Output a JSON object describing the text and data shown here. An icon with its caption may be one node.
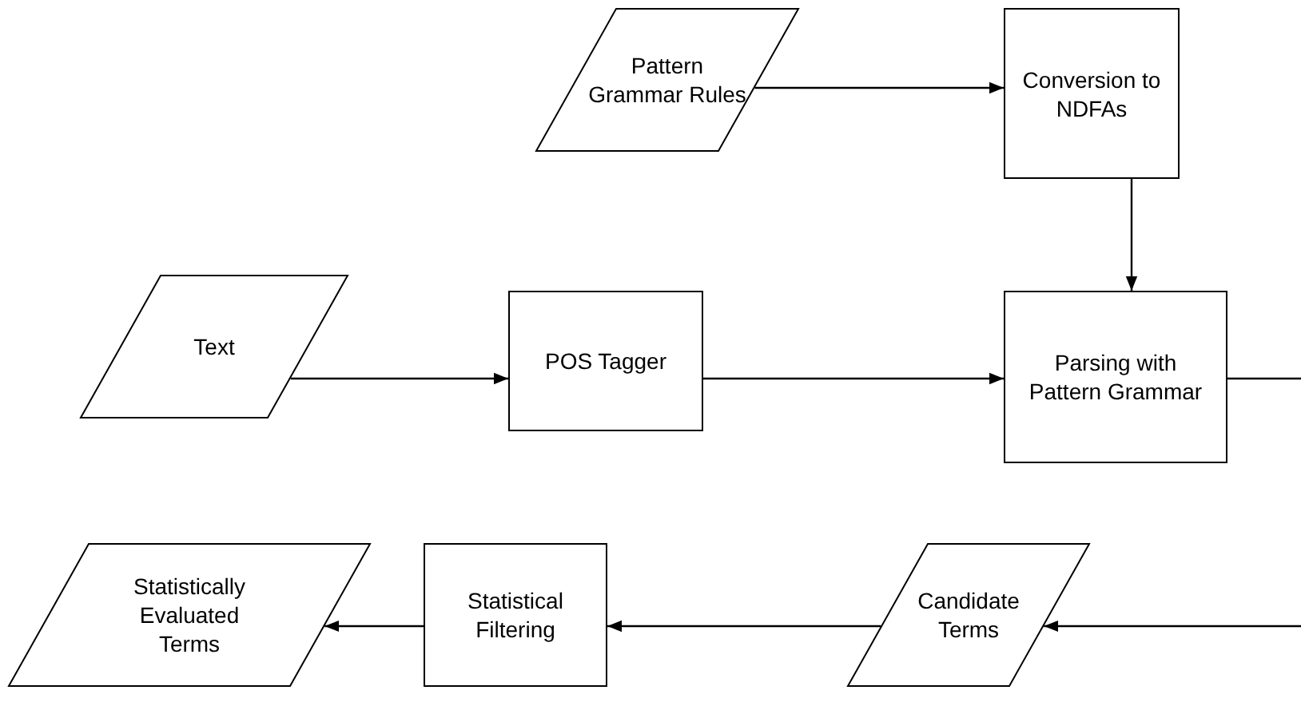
{
  "diagram": {
    "nodes": [
      {
        "text": [
          "Pattern Grammar Rules"
        ]
      },
      {
        "text": [
          "Conversion to NDFAs"
        ]
      },
      {
        "text": [
          "Text"
        ]
      },
      {
        "text": [
          "POS Tagger"
        ]
      },
      {
        "text": [
          "Parsing with Pattern Grammar"
        ]
      },
      {
        "text": [
          "Statistically Evaluated Terms"
        ]
      },
      {
        "text": [
          "Statistical Filtering"
        ]
      },
      {
        "text": [
          "Candidate Terms"
        ]
      }
    ],
    "edges": [
      {
        "from": 0,
        "to": 1,
        "arrow": "to"
      },
      {
        "from": 1,
        "to": 4,
        "arrow": "to"
      },
      {
        "from": 2,
        "to": 3,
        "arrow": "to"
      },
      {
        "from": 3,
        "to": 4,
        "arrow": "to"
      },
      {
        "from": 4,
        "to": null,
        "arrow": "none"
      },
      {
        "from": null,
        "to": 7,
        "arrow": "to"
      },
      {
        "from": 7,
        "to": 6,
        "arrow": "to"
      },
      {
        "from": 6,
        "to": 5,
        "arrow": "to"
      }
    ]
  }
}
